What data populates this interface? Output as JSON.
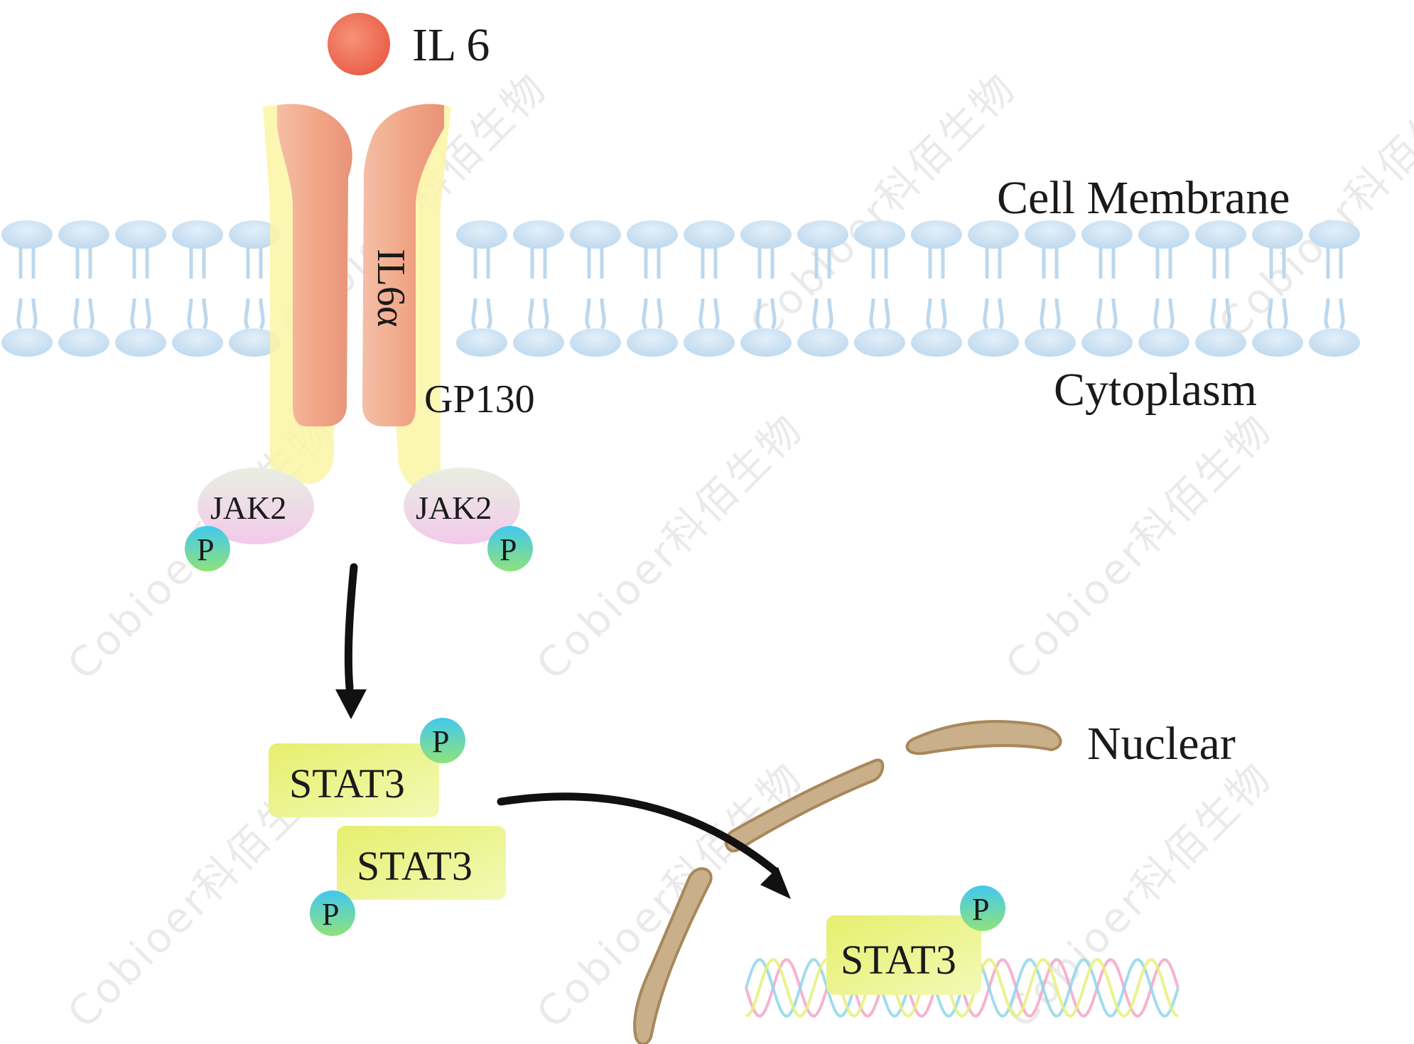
{
  "labels": {
    "ligand": "IL 6",
    "receptor_alpha": "IL6α",
    "gp130": "GP130",
    "membrane": "Cell Membrane",
    "cytoplasm": "Cytoplasm",
    "nuclear": "Nuclear",
    "jak_left": "JAK2",
    "jak_right": "JAK2",
    "stat_top": "STAT3",
    "stat_bottom": "STAT3",
    "stat_nucleus": "STAT3",
    "phospho": "P"
  },
  "watermark": "Cobioer科佰生物",
  "colors": {
    "membrane": "#cfe3f3",
    "il6": "#ef6a52",
    "receptor": "#f2a98c",
    "gp130": "#fbf3a8",
    "jak": "#ecdce6",
    "stat": "#e9f38a",
    "phospho_a": "#4ccfe8",
    "phospho_b": "#7de08a",
    "envelope": "#c9b08a"
  }
}
